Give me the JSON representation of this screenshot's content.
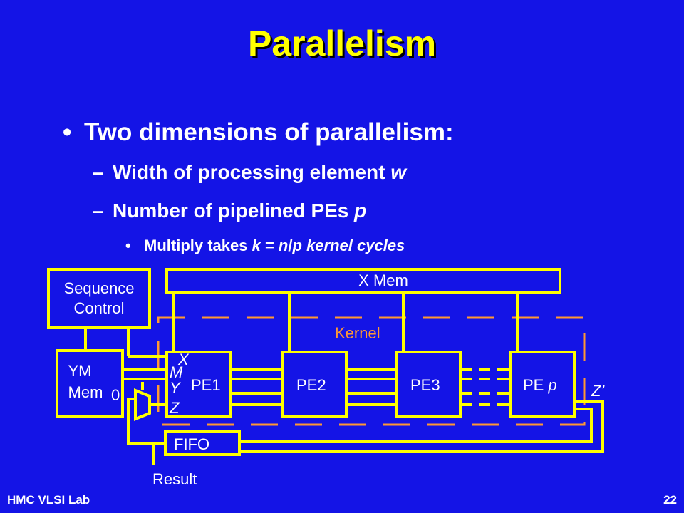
{
  "title": "Parallelism",
  "bullets": {
    "b1": {
      "marker": "•",
      "text": "Two dimensions of parallelism:"
    },
    "b2": {
      "marker": "–",
      "lead": "Width of processing element ",
      "var": "w"
    },
    "b3": {
      "marker": "–",
      "lead": "Number of pipelined PEs ",
      "var": "p"
    },
    "b4": {
      "marker": "•",
      "lead": "Multiply takes ",
      "k": "k",
      "mid": " = ",
      "n": "n",
      "slash": "/",
      "p": "p",
      "tail": " kernel cycles"
    }
  },
  "diagram": {
    "sequence_control": "Sequence\nControl",
    "x_mem": "X Mem",
    "kernel": "Kernel",
    "ym_mem": "YM\nMem",
    "mux_zero": "0",
    "pe1": "PE1",
    "pe2": "PE2",
    "pe3": "PE3",
    "pe_p_prefix": "PE ",
    "pe_p_var": "p",
    "port_x": "X",
    "port_m": "M",
    "port_y": "Y",
    "port_z": "Z",
    "z_prime": "Z’",
    "fifo": "FIFO",
    "result": "Result",
    "colors": {
      "wire": "#ffff00",
      "kernel_border": "#ff9933",
      "kernel_text": "#ff9933",
      "bg": "#1414e6"
    }
  },
  "footer": {
    "left": "HMC VLSI Lab",
    "right": "22"
  }
}
